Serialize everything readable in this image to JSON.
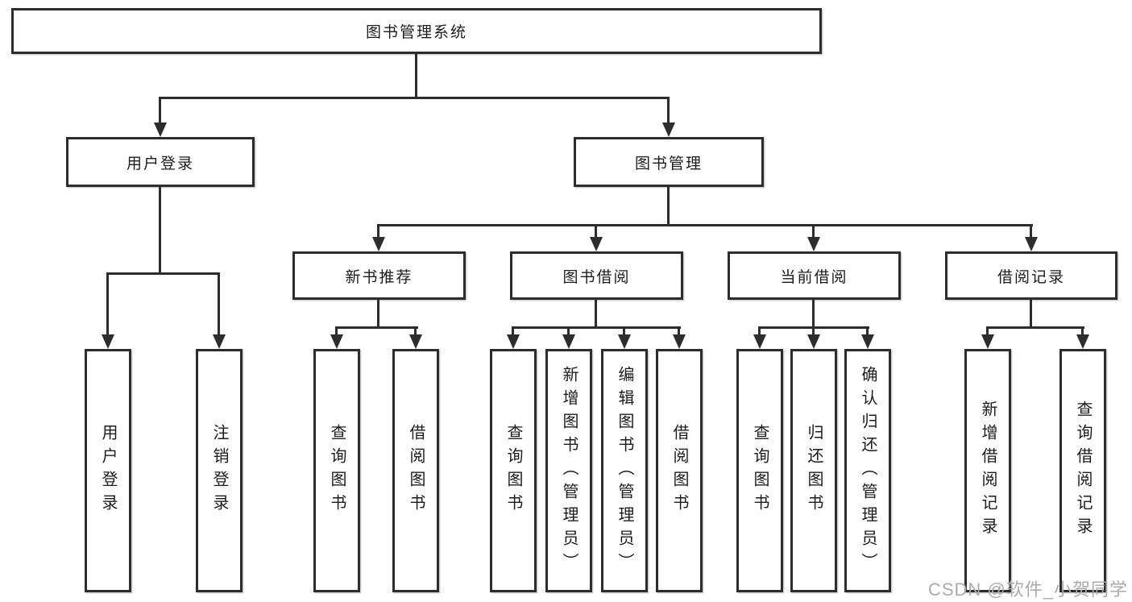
{
  "tree": {
    "label": "图书管理系统",
    "children": [
      {
        "label": "用户登录",
        "children": [
          {
            "label": "用户登录"
          },
          {
            "label": "注销登录"
          }
        ]
      },
      {
        "label": "图书管理",
        "children": [
          {
            "label": "新书推荐",
            "children": [
              {
                "label": "查询图书"
              },
              {
                "label": "借阅图书"
              }
            ]
          },
          {
            "label": "图书借阅",
            "children": [
              {
                "label": "查询图书"
              },
              {
                "label": "新增图书（管理员）"
              },
              {
                "label": "编辑图书（管理员）"
              },
              {
                "label": "借阅图书"
              }
            ]
          },
          {
            "label": "当前借阅",
            "children": [
              {
                "label": "查询图书"
              },
              {
                "label": "归还图书"
              },
              {
                "label": "确认归还（管理员）"
              }
            ]
          },
          {
            "label": "借阅记录",
            "children": [
              {
                "label": "新增借阅记录"
              },
              {
                "label": "查询借阅记录"
              }
            ]
          }
        ]
      }
    ]
  },
  "watermark": {
    "text": "CSDN @软件_小贺同学"
  },
  "colors": {
    "line": "#2d2d2d",
    "background": "#ffffff",
    "text": "#1c1c1c",
    "watermark": "#ababab"
  }
}
